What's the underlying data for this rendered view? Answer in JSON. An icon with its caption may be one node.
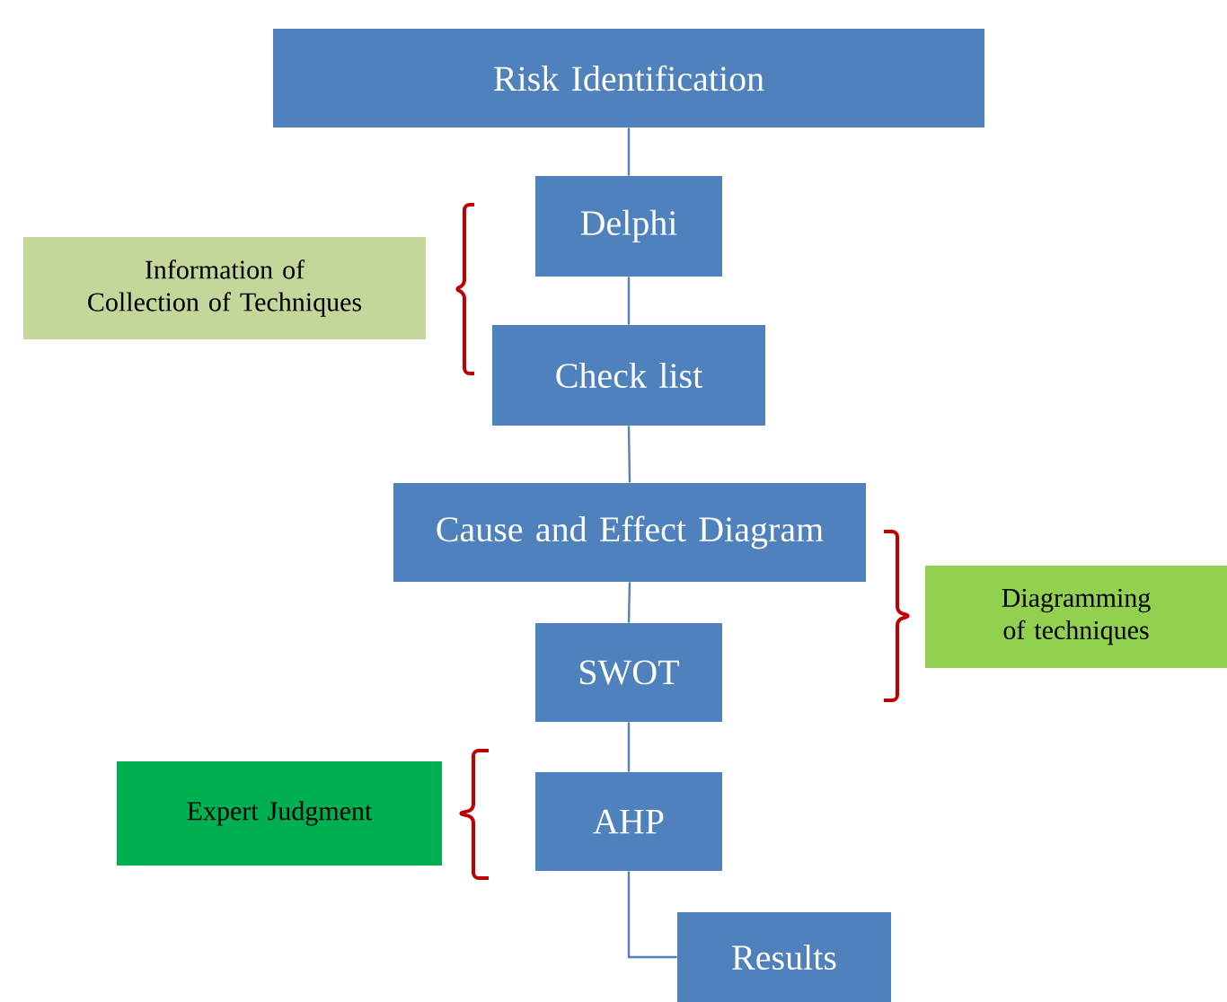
{
  "diagram": {
    "nodes": [
      {
        "text": [
          "Risk Identification"
        ]
      },
      {
        "text": [
          "Delphi"
        ]
      },
      {
        "text": [
          "Check list"
        ]
      },
      {
        "text": [
          "Cause and Effect Diagram"
        ]
      },
      {
        "text": [
          "SWOT"
        ]
      },
      {
        "text": [
          "AHP"
        ]
      },
      {
        "text": [
          "Results"
        ]
      },
      {
        "text": [
          "Information of Collection of Techniques"
        ]
      },
      {
        "text": [
          "Diagramming of techniques"
        ]
      },
      {
        "text": [
          "Expert Judgment"
        ]
      }
    ],
    "edges": [
      {
        "from": 0,
        "to": 1,
        "arrow": "none"
      },
      {
        "from": 1,
        "to": 2,
        "arrow": "none"
      },
      {
        "from": 2,
        "to": 3,
        "arrow": "none"
      },
      {
        "from": 3,
        "to": 4,
        "arrow": "none"
      },
      {
        "from": 4,
        "to": 5,
        "arrow": "none"
      },
      {
        "from": 5,
        "to": 6,
        "arrow": "none"
      }
    ]
  }
}
